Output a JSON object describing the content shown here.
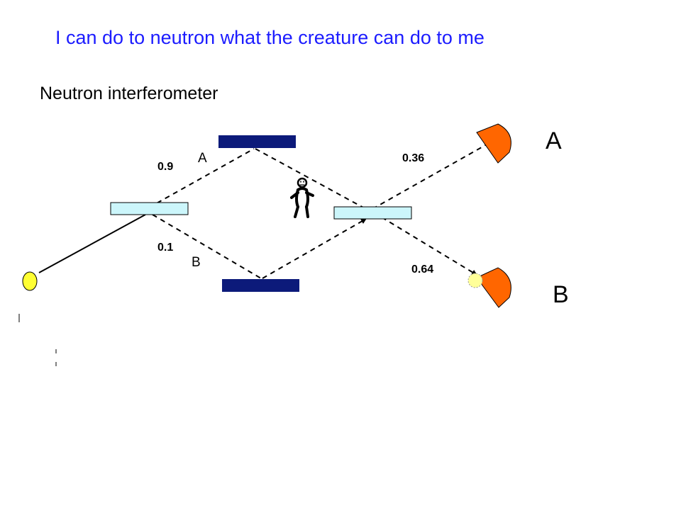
{
  "slide": {
    "title": "I can do to neutron what the creature can do to me",
    "subtitle": "Neutron interferometer"
  },
  "diagram": {
    "path_labels": {
      "upper": "A",
      "lower": "B"
    },
    "detector_labels": {
      "upper": "A",
      "lower": "B"
    },
    "amplitudes": {
      "upper_arm": "0.9",
      "lower_arm": "0.1",
      "detector_a": "0.36",
      "detector_b": "0.64"
    },
    "colors": {
      "title": "#1c1cff",
      "mirror": "#0c1a7a",
      "beam_splitter": "#ccf6fb",
      "detector": "#ff6600",
      "source": "#ffff33",
      "faded_particle": "#ffff99",
      "beam": "#000000"
    },
    "icons": [
      "neutron-source-icon",
      "creature-icon",
      "detector-icon"
    ]
  }
}
